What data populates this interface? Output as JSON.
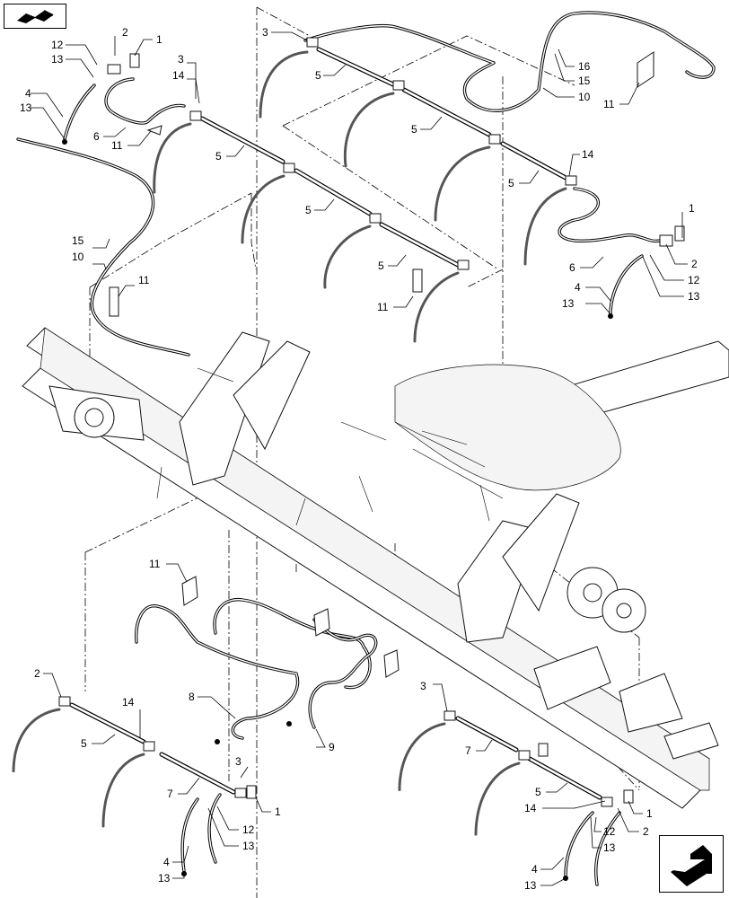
{
  "callouts": {
    "n1": "1",
    "n2": "2",
    "n3": "3",
    "n4": "4",
    "n5": "5",
    "n6": "6",
    "n7": "7",
    "n8": "8",
    "n9": "9",
    "n10": "10",
    "n11": "11",
    "n12": "12",
    "n13": "13",
    "n14": "14",
    "n15": "15",
    "n16": "16"
  },
  "icons": {
    "top_left": "book-navigation-icon",
    "bottom_right": "next-page-arrow-icon"
  }
}
